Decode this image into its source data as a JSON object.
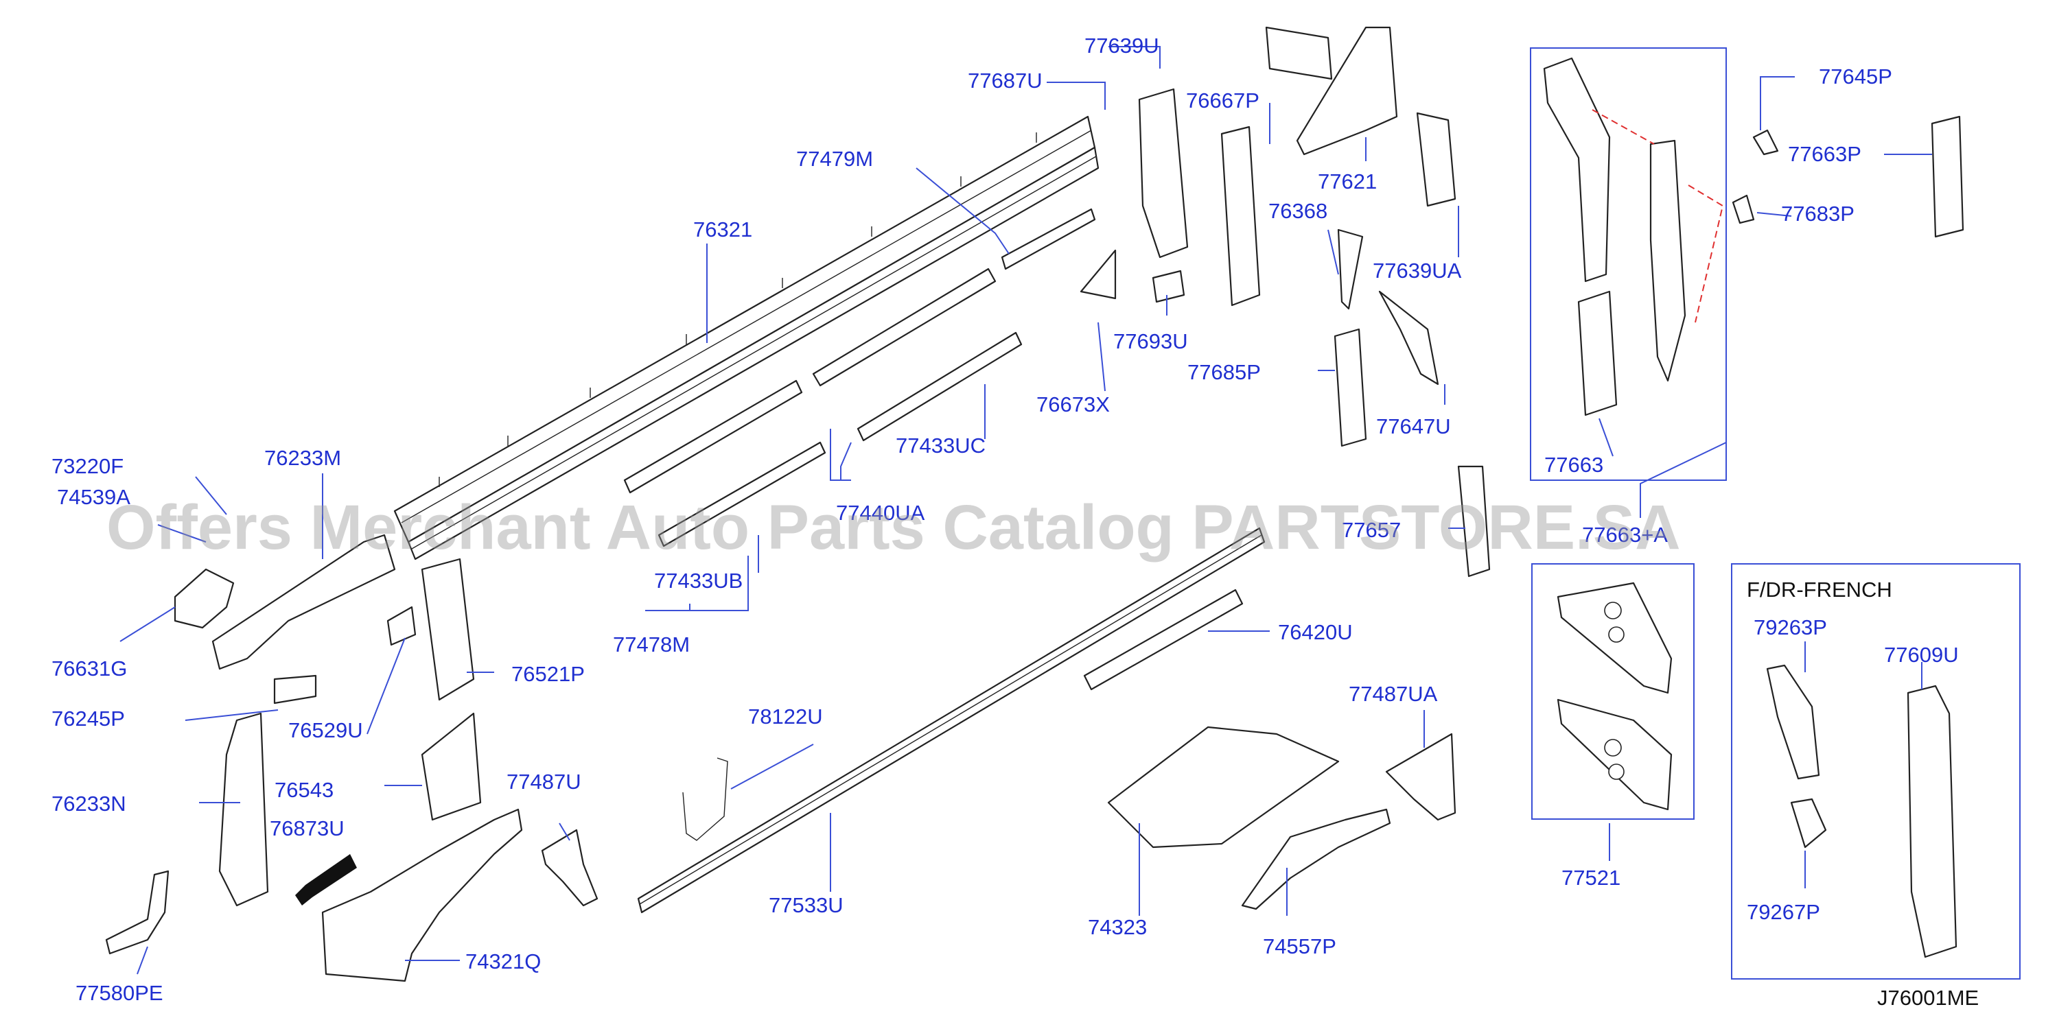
{
  "watermark": "Offers Merchant Auto Parts Catalog PARTSTORE.SA",
  "diagram_code": "J76001ME",
  "inset_title": "F/DR-FRENCH",
  "colors": {
    "label": "#1f2fd0",
    "leader": "#3a4fd6",
    "dashed_link": "#e03030",
    "outline": "#222222"
  },
  "labels": {
    "p77639U": "77639U",
    "p77687U": "77687U",
    "p76667P": "76667P",
    "p77621": "77621",
    "p77479M": "77479M",
    "p76321": "76321",
    "p76368": "76368",
    "p77639UA": "77639UA",
    "p77693U": "77693U",
    "p76673X": "76673X",
    "p77685P": "77685P",
    "p77647U": "77647U",
    "p77433UC": "77433UC",
    "p77440UA": "77440UA",
    "p77433UB": "77433UB",
    "p77478M": "77478M",
    "p73220F": "73220F",
    "p74539A": "74539A",
    "p76233M": "76233M",
    "p76631G": "76631G",
    "p76245P": "76245P",
    "p76529U": "76529U",
    "p76521P": "76521P",
    "p76233N": "76233N",
    "p76543": "76543",
    "p76873U": "76873U",
    "p77487U": "77487U",
    "p77580PE": "77580PE",
    "p74321Q": "74321Q",
    "p78122U": "78122U",
    "p77533U": "77533U",
    "p76420U": "76420U",
    "p77487UA": "77487UA",
    "p74323": "74323",
    "p74557P": "74557P",
    "p77657": "77657",
    "p77663": "77663",
    "p77663A": "77663+A",
    "p77645P": "77645P",
    "p77663P": "77663P",
    "p77683P": "77683P",
    "p77521": "77521",
    "p79263P": "79263P",
    "p77609U": "77609U",
    "p79267P": "79267P"
  }
}
